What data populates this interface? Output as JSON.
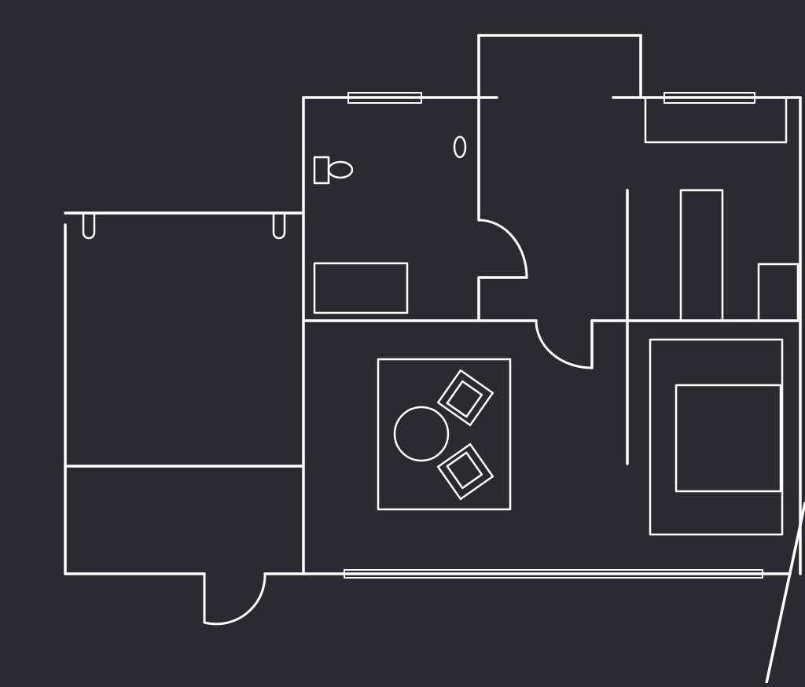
{
  "colors": {
    "background": "#2a2b2f",
    "stroke": "#ffffff"
  },
  "plan": {
    "rooms": [
      "left-room",
      "bathroom",
      "hallway",
      "living-room",
      "bedroom",
      "closet-area"
    ],
    "furniture": [
      "toilet",
      "sink",
      "bathtub",
      "rug",
      "round-table",
      "armchair",
      "armchair",
      "bed",
      "cabinet",
      "shelf"
    ]
  }
}
